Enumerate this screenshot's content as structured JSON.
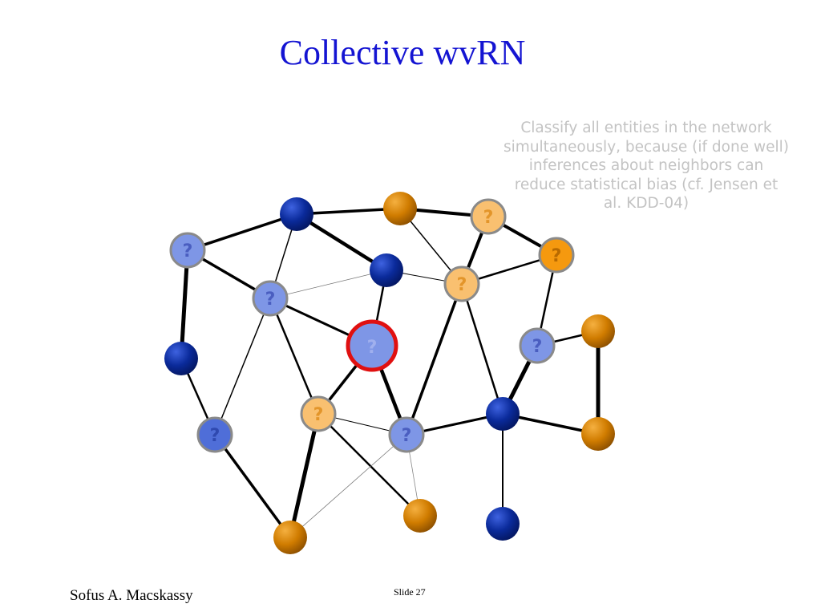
{
  "slide": {
    "title": "Collective wvRN",
    "note": "Classify all entities in the network simultaneously, because (if done well) inferences about neighbors can reduce statistical bias (cf. Jensen et al. KDD-04)",
    "author": "Sofus A. Macskassy",
    "slide_number": "Slide 27"
  },
  "graph": {
    "unknown_mark": "?",
    "colors": {
      "known_blue": "#0a2a9a",
      "known_orange": "#d07c00",
      "unknown_blue_fill": "#7e96e6",
      "unknown_blue_dark_fill": "#4f6ed8",
      "unknown_orange_fill": "#f9c070",
      "unknown_orange_dark_fill": "#f5990f",
      "focus_ring": "#e01010",
      "unknown_ring": "#8a8a8a"
    }
  }
}
